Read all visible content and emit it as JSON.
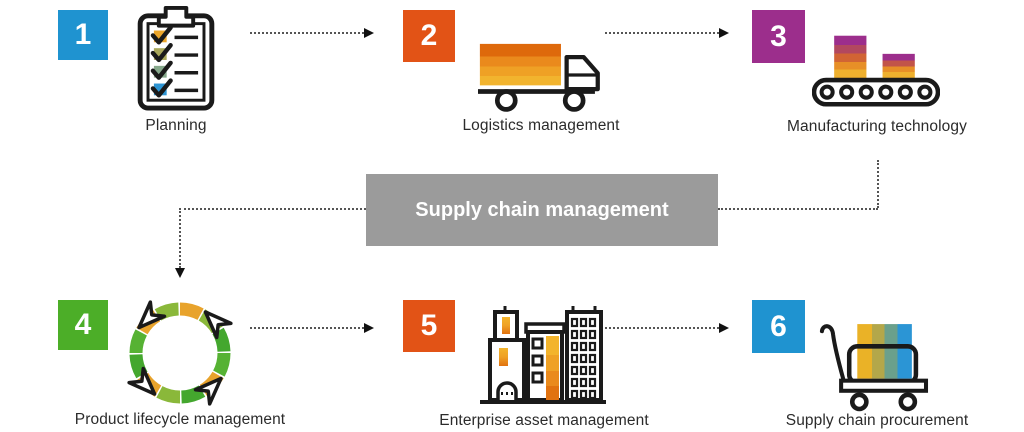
{
  "diagram": {
    "title": {
      "label": "Supply chain management",
      "bg": "#9b9b9b",
      "text_color": "#ffffff"
    },
    "steps": [
      {
        "number": "1",
        "label": "Planning",
        "color": "#1f93d0",
        "icon": "clipboard-checklist-icon"
      },
      {
        "number": "2",
        "label": "Logistics management",
        "color": "#e25316",
        "icon": "delivery-truck-icon"
      },
      {
        "number": "3",
        "label": "Manufacturing technology",
        "color": "#9c2e8c",
        "icon": "conveyor-belt-icon"
      },
      {
        "number": "4",
        "label": "Product lifecycle management",
        "color": "#4cae28",
        "icon": "lifecycle-arrows-icon"
      },
      {
        "number": "5",
        "label": "Enterprise asset management",
        "color": "#e25316",
        "icon": "buildings-icon"
      },
      {
        "number": "6",
        "label": "Supply chain procurement",
        "color": "#1f93d0",
        "icon": "hand-truck-icon"
      }
    ],
    "connections": [
      {
        "from": "1",
        "to": "2",
        "style": "dotted-arrow"
      },
      {
        "from": "2",
        "to": "3",
        "style": "dotted-arrow"
      },
      {
        "from": "3",
        "to": "Supply chain management",
        "style": "dotted-line"
      },
      {
        "from": "Supply chain management",
        "to": "4",
        "style": "dotted-arrow"
      },
      {
        "from": "4",
        "to": "5",
        "style": "dotted-arrow"
      },
      {
        "from": "5",
        "to": "6",
        "style": "dotted-arrow"
      }
    ],
    "connector_color": "#555555"
  }
}
